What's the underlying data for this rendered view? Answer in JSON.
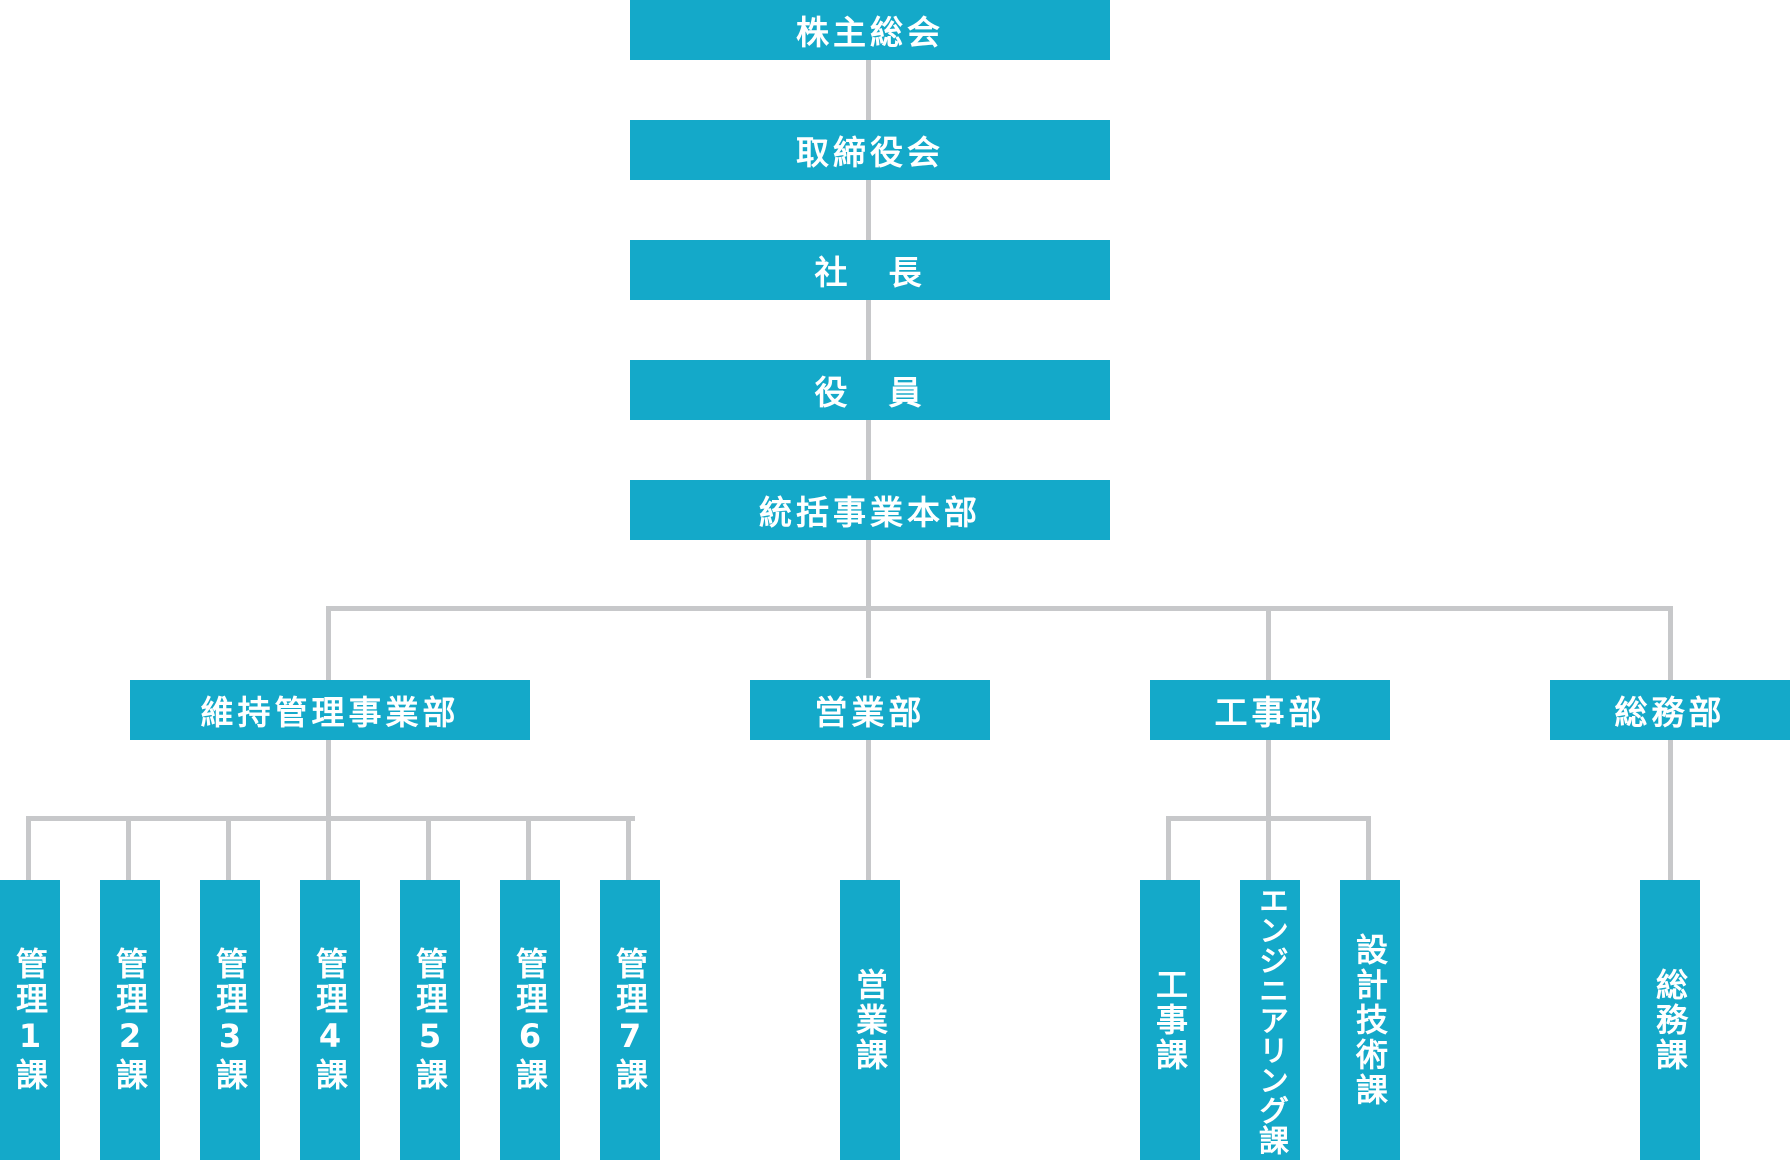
{
  "top_chain": [
    "株主総会",
    "取締役会",
    "社　長",
    "役　員",
    "統括事業本部"
  ],
  "departments": {
    "maintenance": "維持管理事業部",
    "sales": "営業部",
    "construction": "工事部",
    "general_affairs": "総務部"
  },
  "sections": {
    "maintenance": [
      "管理1課",
      "管理2課",
      "管理3課",
      "管理4課",
      "管理5課",
      "管理6課",
      "管理7課"
    ],
    "sales": [
      "営業課"
    ],
    "construction": [
      "工事課",
      "エンジニアリング課",
      "設計技術課"
    ],
    "general_affairs": [
      "総務課"
    ]
  },
  "colors": {
    "box": "#14a9c9",
    "line": "#c7c8ca",
    "text": "#ffffff"
  }
}
